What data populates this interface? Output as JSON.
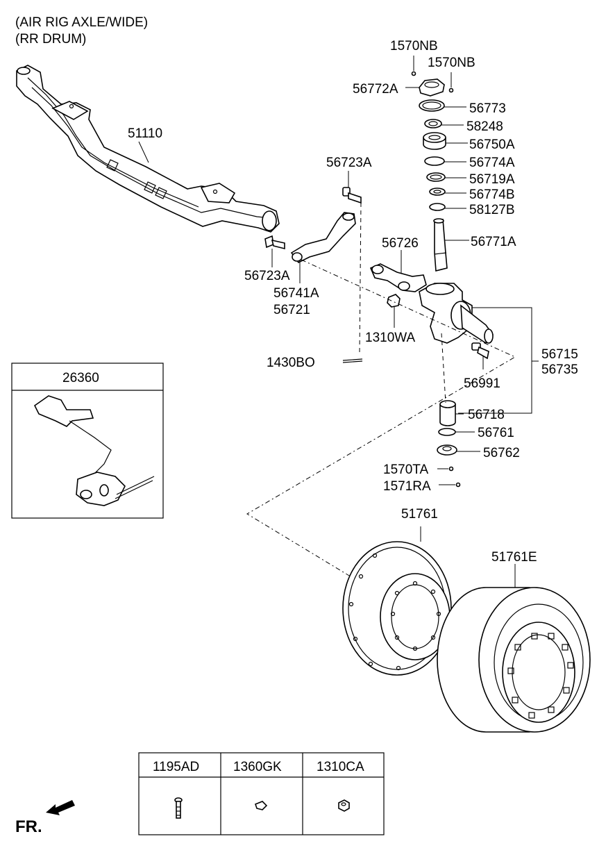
{
  "header": {
    "line1": "(AIR RIG AXLE/WIDE)",
    "line2": "(RR DRUM)"
  },
  "callouts": {
    "p1570NB_a": "1570NB",
    "p1570NB_b": "1570NB",
    "p56772A": "56772A",
    "p56773": "56773",
    "p58248": "58248",
    "p56750A": "56750A",
    "p56774A": "56774A",
    "p56719A": "56719A",
    "p56774B": "56774B",
    "p58127B": "58127B",
    "p56771A": "56771A",
    "p51110": "51110",
    "p56723A_top": "56723A",
    "p56723A_left": "56723A",
    "p56726": "56726",
    "p56741A": "56741A",
    "p56721": "56721",
    "p1310WA": "1310WA",
    "p1430BO": "1430BO",
    "p56715": "56715",
    "p56735": "56735",
    "p56991": "56991",
    "p56718": "56718",
    "p56761": "56761",
    "p56762": "56762",
    "p1570TA": "1570TA",
    "p1571RA": "1571RA",
    "p51761": "51761",
    "p51761E": "51761E"
  },
  "inset": {
    "part_no": "26360"
  },
  "hardware_table": {
    "columns": [
      "1195AD",
      "1360GK",
      "1310CA"
    ]
  },
  "direction": {
    "label": "FR."
  },
  "icons": {
    "direction_arrow": "arrow-down-left-icon"
  }
}
